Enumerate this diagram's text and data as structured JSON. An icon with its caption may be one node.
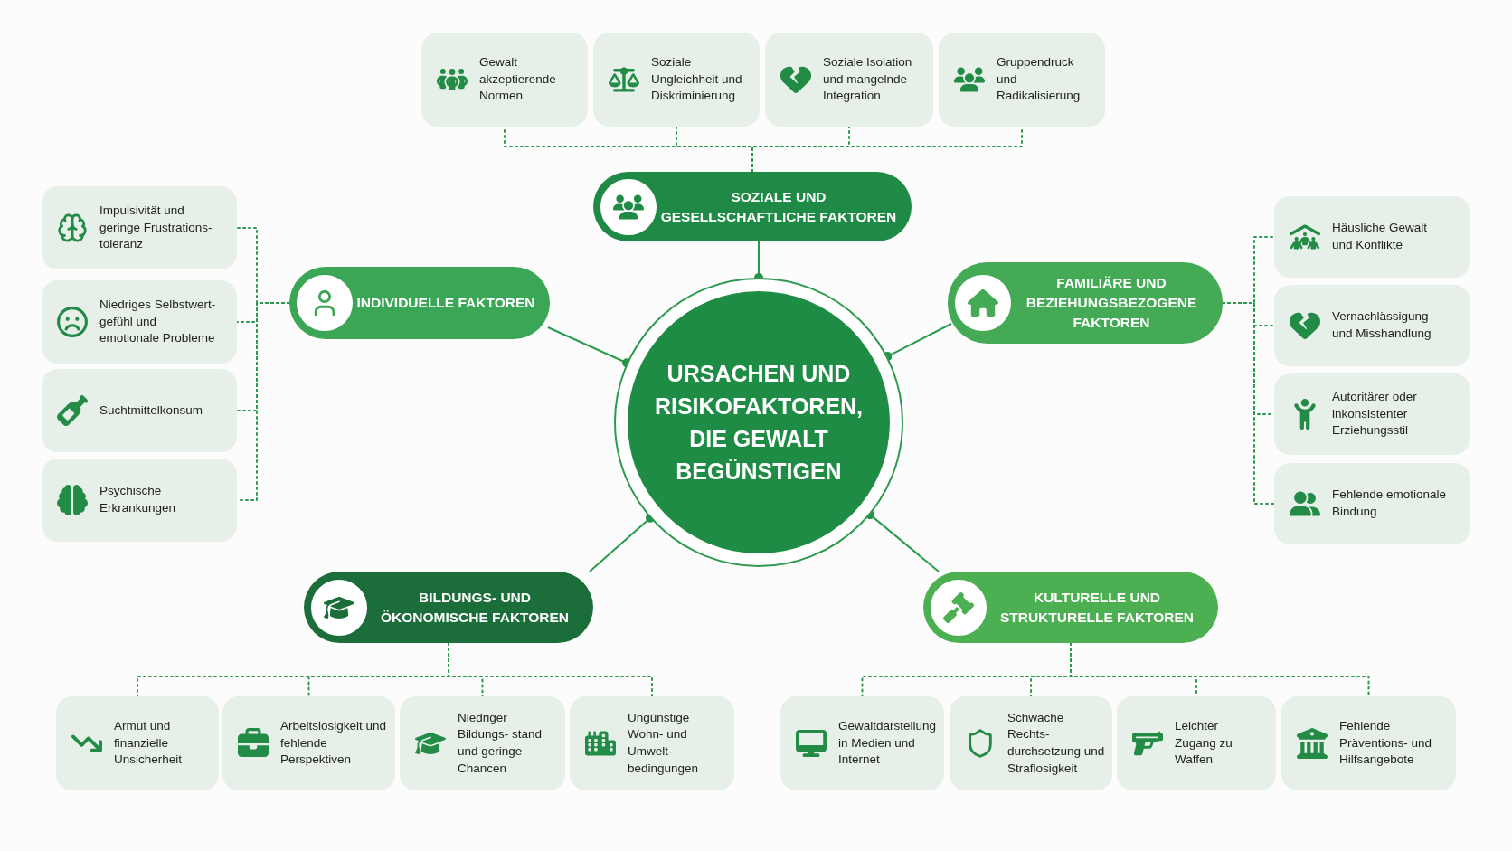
{
  "diagram": {
    "nodes": [
      {
        "text": [
          "URSACHEN UND RISIKOFAKTOREN, DIE GEWALT BEGÜNSTIGEN"
        ]
      },
      {
        "text": [
          "SOZIALE UND GESELLSCHAFTLICHE FAKTOREN"
        ]
      },
      {
        "text": [
          "Gewalt akzeptierende Normen"
        ]
      },
      {
        "text": [
          "Soziale Ungleichheit und Diskriminierung"
        ]
      },
      {
        "text": [
          "Soziale Isolation und mangelnde Integration"
        ]
      },
      {
        "text": [
          "Gruppendruck und Radikalisierung"
        ]
      },
      {
        "text": [
          "INDIVIDUELLE FAKTOREN"
        ]
      },
      {
        "text": [
          "Impulsivität und geringe Frustrations- toleranz"
        ]
      },
      {
        "text": [
          "Niedriges Selbstwert- gefühl und emotionale Probleme"
        ]
      },
      {
        "text": [
          "Suchtmittelkonsum"
        ]
      },
      {
        "text": [
          "Psychische Erkrankungen"
        ]
      },
      {
        "text": [
          "FAMILIÄRE UND BEZIEHUNGSBEZOGENE FAKTOREN"
        ]
      },
      {
        "text": [
          "Häusliche Gewalt und Konflikte"
        ]
      },
      {
        "text": [
          "Vernachlässigung und Misshandlung"
        ]
      },
      {
        "text": [
          "Autoritärer oder inkonsistenter Erziehungsstil"
        ]
      },
      {
        "text": [
          "Fehlende emotionale Bindung"
        ]
      },
      {
        "text": [
          "BILDUNGS- UND ÖKONOMISCHE FAKTOREN"
        ]
      },
      {
        "text": [
          "Armut und finanzielle Unsicherheit"
        ]
      },
      {
        "text": [
          "Arbeitslosigkeit und fehlende Perspektiven"
        ]
      },
      {
        "text": [
          "Niedriger Bildungs- stand und geringe Chancen"
        ]
      },
      {
        "text": [
          "Ungünstige Wohn- und Umwelt- bedingungen"
        ]
      },
      {
        "text": [
          "KULTURELLE UND STRUKTURELLE FAKTOREN"
        ]
      },
      {
        "text": [
          "Gewaltdarstellung in Medien und Internet"
        ]
      },
      {
        "text": [
          "Schwache Rechts- durchsetzung und Straflosigkeit"
        ]
      },
      {
        "text": [
          "Leichter Zugang zu Waffen"
        ]
      },
      {
        "text": [
          "Fehlende Präventions- und Hilfsangebote"
        ]
      }
    ],
    "edges": [
      {
        "from": 1,
        "to": 0,
        "arrow": "other"
      },
      {
        "from": 6,
        "to": 0,
        "arrow": "other"
      },
      {
        "from": 11,
        "to": 0,
        "arrow": "other"
      },
      {
        "from": 16,
        "to": 0,
        "arrow": "other"
      },
      {
        "from": 21,
        "to": 0,
        "arrow": "other"
      },
      {
        "from": 1,
        "to": 2,
        "arrow": "none",
        "style": "dashed"
      },
      {
        "from": 1,
        "to": 3,
        "arrow": "none",
        "style": "dashed"
      },
      {
        "from": 1,
        "to": 4,
        "arrow": "none",
        "style": "dashed"
      },
      {
        "from": 1,
        "to": 5,
        "arrow": "none",
        "style": "dashed"
      },
      {
        "from": 6,
        "to": 7,
        "arrow": "none",
        "style": "dashed"
      },
      {
        "from": 6,
        "to": 8,
        "arrow": "none",
        "style": "dashed"
      },
      {
        "from": 6,
        "to": 9,
        "arrow": "none",
        "style": "dashed"
      },
      {
        "from": 6,
        "to": 10,
        "arrow": "none",
        "style": "dashed"
      },
      {
        "from": 11,
        "to": 12,
        "arrow": "none",
        "style": "dashed"
      },
      {
        "from": 11,
        "to": 13,
        "arrow": "none",
        "style": "dashed"
      },
      {
        "from": 11,
        "to": 14,
        "arrow": "none",
        "style": "dashed"
      },
      {
        "from": 11,
        "to": 15,
        "arrow": "none",
        "style": "dashed"
      },
      {
        "from": 16,
        "to": 17,
        "arrow": "none",
        "style": "dashed"
      },
      {
        "from": 16,
        "to": 18,
        "arrow": "none",
        "style": "dashed"
      },
      {
        "from": 16,
        "to": 19,
        "arrow": "none",
        "style": "dashed"
      },
      {
        "from": 16,
        "to": 20,
        "arrow": "none",
        "style": "dashed"
      },
      {
        "from": 21,
        "to": 22,
        "arrow": "none",
        "style": "dashed"
      },
      {
        "from": 21,
        "to": 23,
        "arrow": "none",
        "style": "dashed"
      },
      {
        "from": 21,
        "to": 24,
        "arrow": "none",
        "style": "dashed"
      },
      {
        "from": 21,
        "to": 25,
        "arrow": "none",
        "style": "dashed"
      }
    ]
  }
}
